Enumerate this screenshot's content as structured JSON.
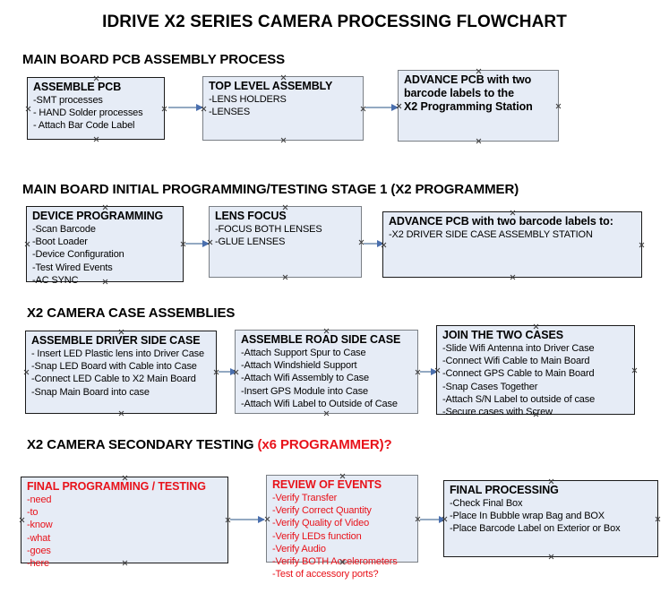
{
  "title": "IDRIVE X2  SERIES CAMERA PROCESSING FLOWCHART",
  "colors": {
    "box_fill": "#e6ecf6",
    "box_border": "#1a1a1a",
    "box_border_gray": "#7a7f85",
    "red_text": "#e8121a",
    "arrow_shaft": "#93a9c2",
    "arrow_head": "#4a6fae",
    "text": "#000000"
  },
  "sections": [
    {
      "heading": "MAIN BOARD PCB ASSEMBLY PROCESS",
      "heading_red": "",
      "boxes": [
        {
          "header": "ASSEMBLE PCB",
          "items": [
            "-SMT processes",
            "- HAND Solder processes",
            "- Attach Bar Code Label"
          ]
        },
        {
          "header": "TOP LEVEL ASSEMBLY",
          "items": [
            "-LENS HOLDERS",
            "-LENSES"
          ]
        },
        {
          "header": "ADVANCE PCB with two",
          "items": [
            "barcode labels to the",
            "X2 Programming Station"
          ]
        }
      ]
    },
    {
      "heading": "MAIN BOARD INITIAL PROGRAMMING/TESTING STAGE 1 (X2 PROGRAMMER)",
      "heading_red": "",
      "boxes": [
        {
          "header": "DEVICE PROGRAMMING",
          "items": [
            "-Scan Barcode",
            "-Boot Loader",
            "-Device Configuration",
            "-Test Wired Events",
            "-AC SYNC"
          ]
        },
        {
          "header": "LENS FOCUS",
          "items": [
            "-FOCUS BOTH LENSES",
            "-GLUE LENSES"
          ]
        },
        {
          "header": "ADVANCE PCB with two barcode labels to:",
          "items": [
            "-X2 DRIVER  SIDE  CASE  ASSEMBLY STATION"
          ]
        }
      ]
    },
    {
      "heading": "X2 CAMERA CASE ASSEMBLIES",
      "heading_red": "",
      "boxes": [
        {
          "header": "ASSEMBLE DRIVER SIDE CASE",
          "items": [
            "- Insert LED Plastic lens into Driver Case",
            "-Snap LED Board with Cable into Case",
            "-Connect LED Cable to X2 Main Board",
            "-Snap Main Board into case"
          ]
        },
        {
          "header": "ASSEMBLE ROAD SIDE CASE",
          "items": [
            "-Attach Support Spur to Case",
            "-Attach Windshield Support",
            "-Attach Wifi Assembly to Case",
            "-Insert GPS Module into Case",
            "-Attach Wifi Label to Outside of Case"
          ]
        },
        {
          "header": "JOIN THE TWO CASES",
          "items": [
            "-Slide Wifi Antenna into Driver Case",
            "-Connect Wifi Cable to Main Board",
            "-Connect GPS Cable to Main Board",
            "-Snap Cases Together",
            "-Attach S/N Label to outside of case",
            "-Secure cases with Screw"
          ]
        }
      ]
    },
    {
      "heading": "X2 CAMERA SECONDARY TESTING ",
      "heading_red": "(x6 PROGRAMMER)?",
      "boxes": [
        {
          "header": "FINAL PROGRAMMING / TESTING",
          "items": [
            "-need",
            "-to",
            "-know",
            "-what",
            "-goes",
            "-here"
          ]
        },
        {
          "header": "REVIEW OF EVENTS",
          "items": [
            "-Verify Transfer",
            "-Verify Correct Quantity",
            "-Verify Quality of Video",
            "-Verify LEDs function",
            "-Verify Audio",
            "-Verify BOTH Accelerometers",
            "-Test of accessory ports?"
          ]
        },
        {
          "header": "FINAL PROCESSING",
          "items": [
            " -Check Final Box",
            "-Place In Bubble wrap Bag and BOX",
            "-Place Barcode Label on Exterior or Box"
          ]
        }
      ]
    }
  ]
}
